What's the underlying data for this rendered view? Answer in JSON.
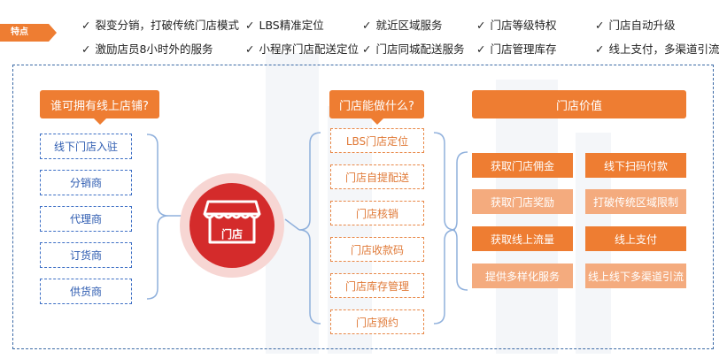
{
  "tag_label": "特点",
  "features": [
    "裂变分销，打破传统门店模式",
    "LBS精准定位",
    "就近区域服务",
    "门店等级特权",
    "门店自动升级",
    "激励店员8小时外的服务",
    "小程序门店配送定位",
    "门店同城配送服务",
    "门店管理库存",
    "线上支付，多渠道引流"
  ],
  "check_mark": "✓",
  "left": {
    "header": "谁可拥有线上店铺?",
    "items": [
      "线下门店入驻",
      "分销商",
      "代理商",
      "订货商",
      "供货商"
    ]
  },
  "center_icon": {
    "label": "门店",
    "icon": "store-icon",
    "color": "#d42b2b"
  },
  "middle": {
    "header": "门店能做什么?",
    "items": [
      "LBS门店定位",
      "门店自提配送",
      "门店核销",
      "门店收款码",
      "门店库存管理",
      "门店预约"
    ]
  },
  "right": {
    "header": "门店价值",
    "values": [
      [
        "获取门店佣金",
        "线下扫码付款"
      ],
      [
        "获取门店奖励",
        "打破传统区域限制"
      ],
      [
        "获取线上流量",
        "线上支付"
      ],
      [
        "提供多样化服务",
        "线上线下多渠道引流"
      ]
    ]
  },
  "colors": {
    "accent": "#ee7d32",
    "accent_light": "#f4ab7e",
    "blue": "#3d6fc5",
    "red": "#d42b2b"
  }
}
